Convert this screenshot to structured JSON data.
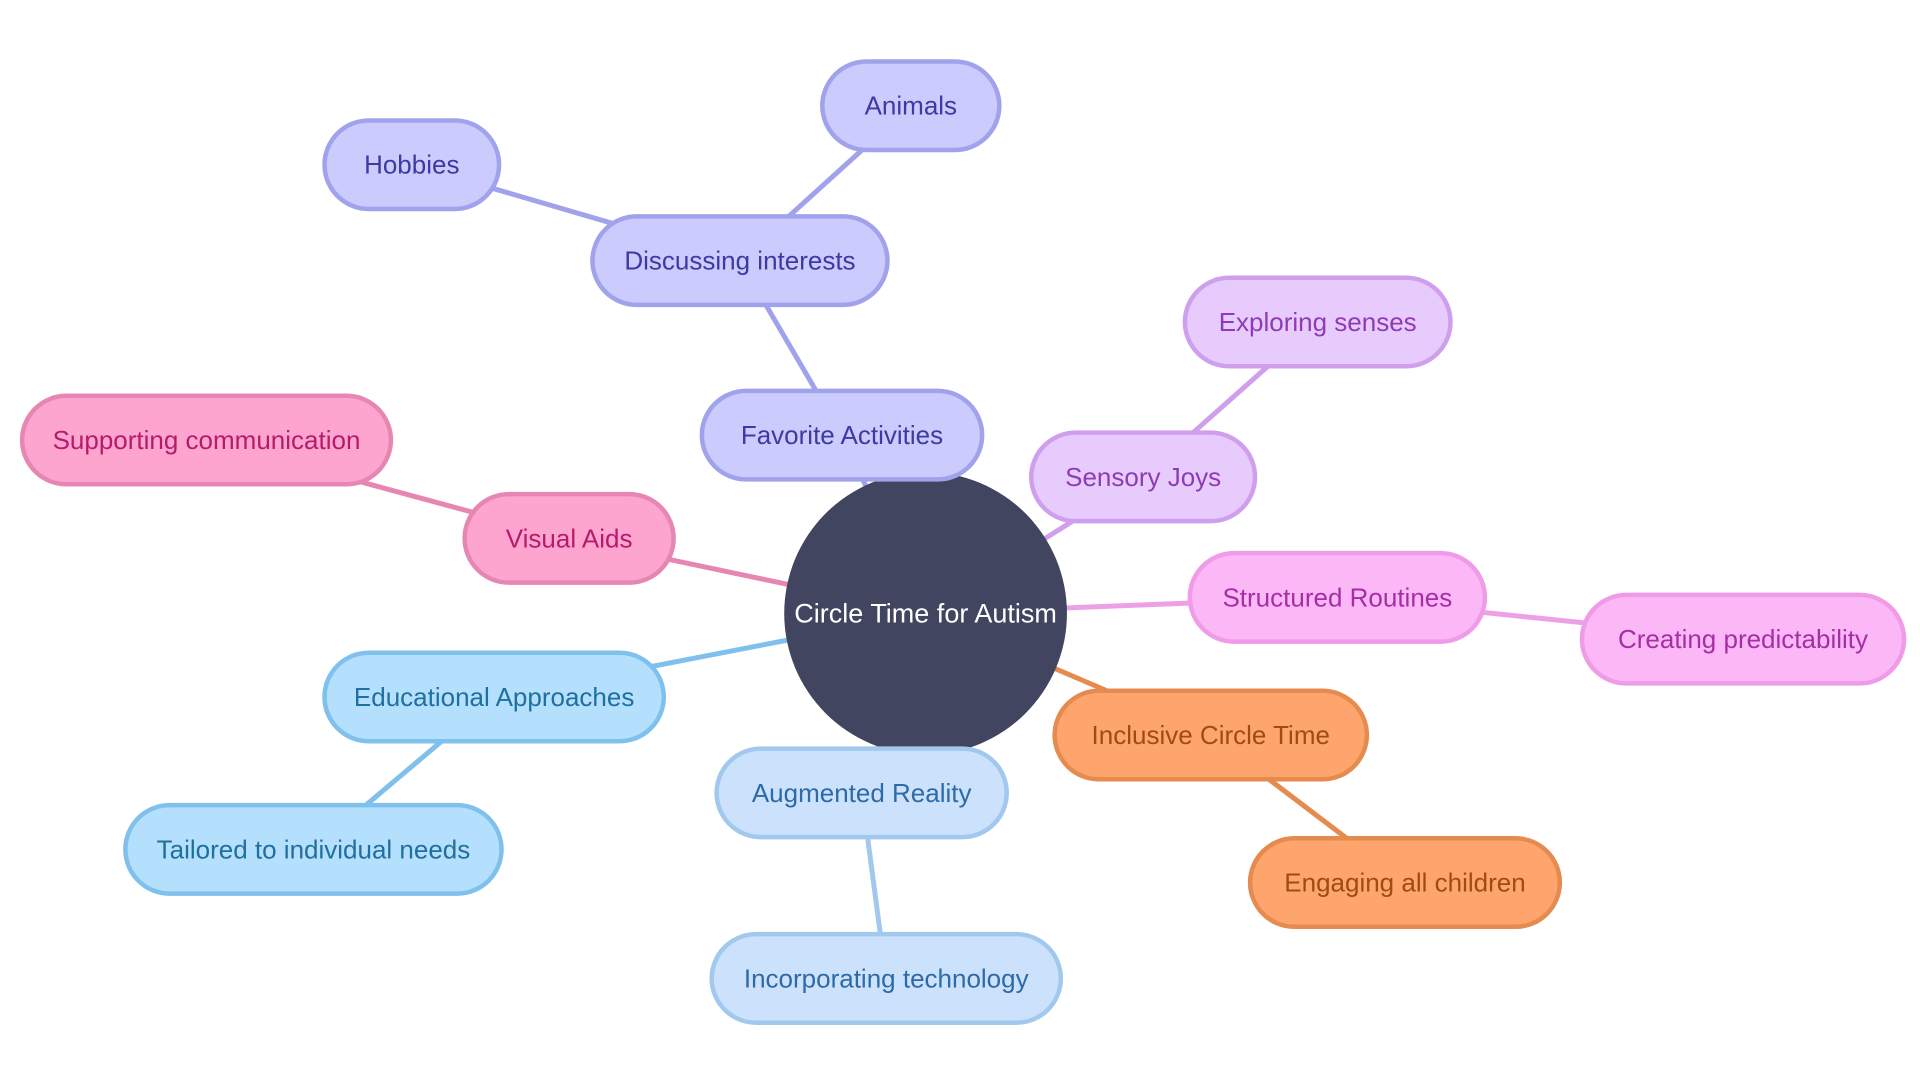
{
  "mindmap": {
    "root": {
      "id": "root",
      "label": "Circle Time for Autism",
      "fill": "#414560",
      "text_color": "#ffffff"
    },
    "themes": {
      "indigo": {
        "fill": "#cbcbfd",
        "stroke": "#a0a2ec",
        "text": "#3c3aa3",
        "edge": "#a0a2ec"
      },
      "violet": {
        "fill": "#e8cbfd",
        "stroke": "#cf9fee",
        "text": "#8e3bb5",
        "edge": "#cf9fee"
      },
      "magenta": {
        "fill": "#fcb8f6",
        "stroke": "#f09be7",
        "text": "#a52ea7",
        "edge": "#eea0e6"
      },
      "orange": {
        "fill": "#fea56d",
        "stroke": "#e58b50",
        "text": "#a04b12",
        "edge": "#e58b50"
      },
      "lightblue": {
        "fill": "#cce2fc",
        "stroke": "#a2c8ee",
        "text": "#2d6aa7",
        "edge": "#a2c8ee"
      },
      "skyblue": {
        "fill": "#b5e0fd",
        "stroke": "#7fc0ec",
        "text": "#1f6f9f",
        "edge": "#7fc0ec"
      },
      "pink": {
        "fill": "#fea5cf",
        "stroke": "#e687b3",
        "text": "#b51b6c",
        "edge": "#e687b3"
      }
    },
    "nodes": [
      {
        "id": "favorite-activities",
        "label": "Favorite Activities",
        "theme": "indigo",
        "parent": "root"
      },
      {
        "id": "discussing-interests",
        "label": "Discussing interests",
        "theme": "indigo",
        "parent": "favorite-activities"
      },
      {
        "id": "hobbies",
        "label": "Hobbies",
        "theme": "indigo",
        "parent": "discussing-interests"
      },
      {
        "id": "animals",
        "label": "Animals",
        "theme": "indigo",
        "parent": "discussing-interests"
      },
      {
        "id": "sensory-joys",
        "label": "Sensory Joys",
        "theme": "violet",
        "parent": "root"
      },
      {
        "id": "exploring-senses",
        "label": "Exploring senses",
        "theme": "violet",
        "parent": "sensory-joys"
      },
      {
        "id": "structured-routines",
        "label": "Structured Routines",
        "theme": "magenta",
        "parent": "root"
      },
      {
        "id": "creating-predictability",
        "label": "Creating predictability",
        "theme": "magenta",
        "parent": "structured-routines"
      },
      {
        "id": "inclusive-circle-time",
        "label": "Inclusive Circle Time",
        "theme": "orange",
        "parent": "root"
      },
      {
        "id": "engaging-all-children",
        "label": "Engaging all children",
        "theme": "orange",
        "parent": "inclusive-circle-time"
      },
      {
        "id": "augmented-reality",
        "label": "Augmented Reality",
        "theme": "lightblue",
        "parent": "root"
      },
      {
        "id": "incorporating-technology",
        "label": "Incorporating technology",
        "theme": "lightblue",
        "parent": "augmented-reality"
      },
      {
        "id": "educational-approaches",
        "label": "Educational Approaches",
        "theme": "skyblue",
        "parent": "root"
      },
      {
        "id": "tailored-to-individual-needs",
        "label": "Tailored to individual needs",
        "theme": "skyblue",
        "parent": "educational-approaches"
      },
      {
        "id": "visual-aids",
        "label": "Visual Aids",
        "theme": "pink",
        "parent": "root"
      },
      {
        "id": "supporting-communication",
        "label": "Supporting communication",
        "theme": "pink",
        "parent": "visual-aids"
      }
    ]
  }
}
